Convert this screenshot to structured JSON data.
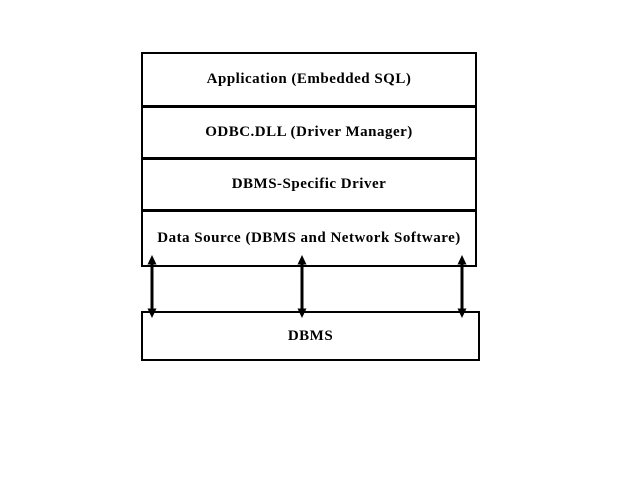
{
  "diagram": {
    "stack_boxes": [
      {
        "label": "Application (Embedded SQL)"
      },
      {
        "label": "ODBC.DLL (Driver Manager)"
      },
      {
        "label": "DBMS-Specific Driver"
      },
      {
        "label": "Data Source (DBMS and Network Software)"
      }
    ],
    "dbms_box": {
      "label": "DBMS"
    },
    "connections": {
      "shape": "vertical-double-headed-arrow",
      "count": 3,
      "from": "Data Source (DBMS and Network Software)",
      "to": "DBMS",
      "bidirectional": true
    },
    "colors": {
      "background": "#ffffff",
      "box_fill": "#ffffff",
      "border": "#000000",
      "text": "#000000"
    }
  }
}
